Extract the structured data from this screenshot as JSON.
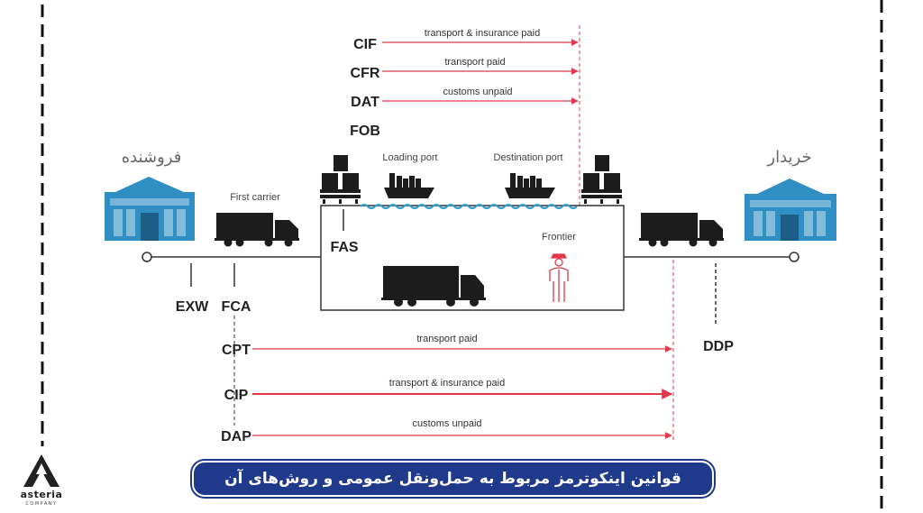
{
  "seller_label": "فروشنده",
  "buyer_label": "خریدار",
  "first_carrier": "First carrier",
  "loading_port": "Loading port",
  "destination_port": "Destination port",
  "frontier": "Frontier",
  "terms": {
    "cif": "CIF",
    "cfr": "CFR",
    "dat": "DAT",
    "fob": "FOB",
    "fas": "FAS",
    "exw": "EXW",
    "fca": "FCA",
    "cpt": "CPT",
    "cip": "CIP",
    "dap": "DAP",
    "ddp": "DDP"
  },
  "arrows": {
    "cif": "transport & insurance paid",
    "cfr": "transport paid",
    "dat": "customs unpaid",
    "cpt": "transport paid",
    "cip": "transport & insurance paid",
    "dap": "customs unpaid"
  },
  "caption": "قوانین اینکوترمز مربوط به حمل‌ونقل عمومی و روش‌های آن",
  "logo": {
    "name": "asteria",
    "sub": "COMPANY"
  },
  "colors": {
    "dark": "#1c1c1c",
    "building": "#2f8fc4",
    "arrow": "#e0394a",
    "water": "#2a9fd6",
    "caption_bg": "#1f3a8a"
  }
}
